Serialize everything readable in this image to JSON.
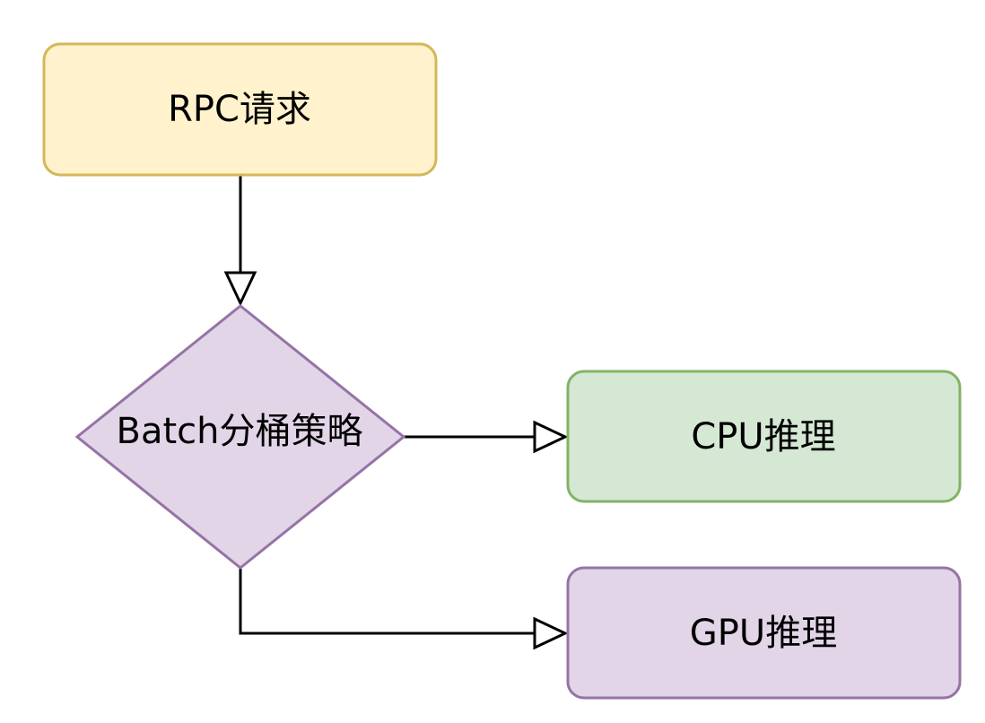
{
  "diagram": {
    "nodes": {
      "rpc_request": {
        "label": "RPC请求",
        "fill": "#fff2cc",
        "stroke": "#d6b656"
      },
      "batch_strategy": {
        "label": "Batch分桶策略",
        "fill": "#e1d5e7",
        "stroke": "#9673a6"
      },
      "cpu_inference": {
        "label": "CPU推理",
        "fill": "#d5e8d4",
        "stroke": "#82b366"
      },
      "gpu_inference": {
        "label": "GPU推理",
        "fill": "#e1d5e7",
        "stroke": "#9673a6"
      }
    },
    "edges": [
      {
        "from": "rpc_request",
        "to": "batch_strategy",
        "arrowhead": "open-triangle"
      },
      {
        "from": "batch_strategy",
        "to": "cpu_inference",
        "arrowhead": "open-triangle"
      },
      {
        "from": "batch_strategy",
        "to": "gpu_inference",
        "arrowhead": "open-triangle"
      }
    ],
    "edge_color": "#000000"
  }
}
